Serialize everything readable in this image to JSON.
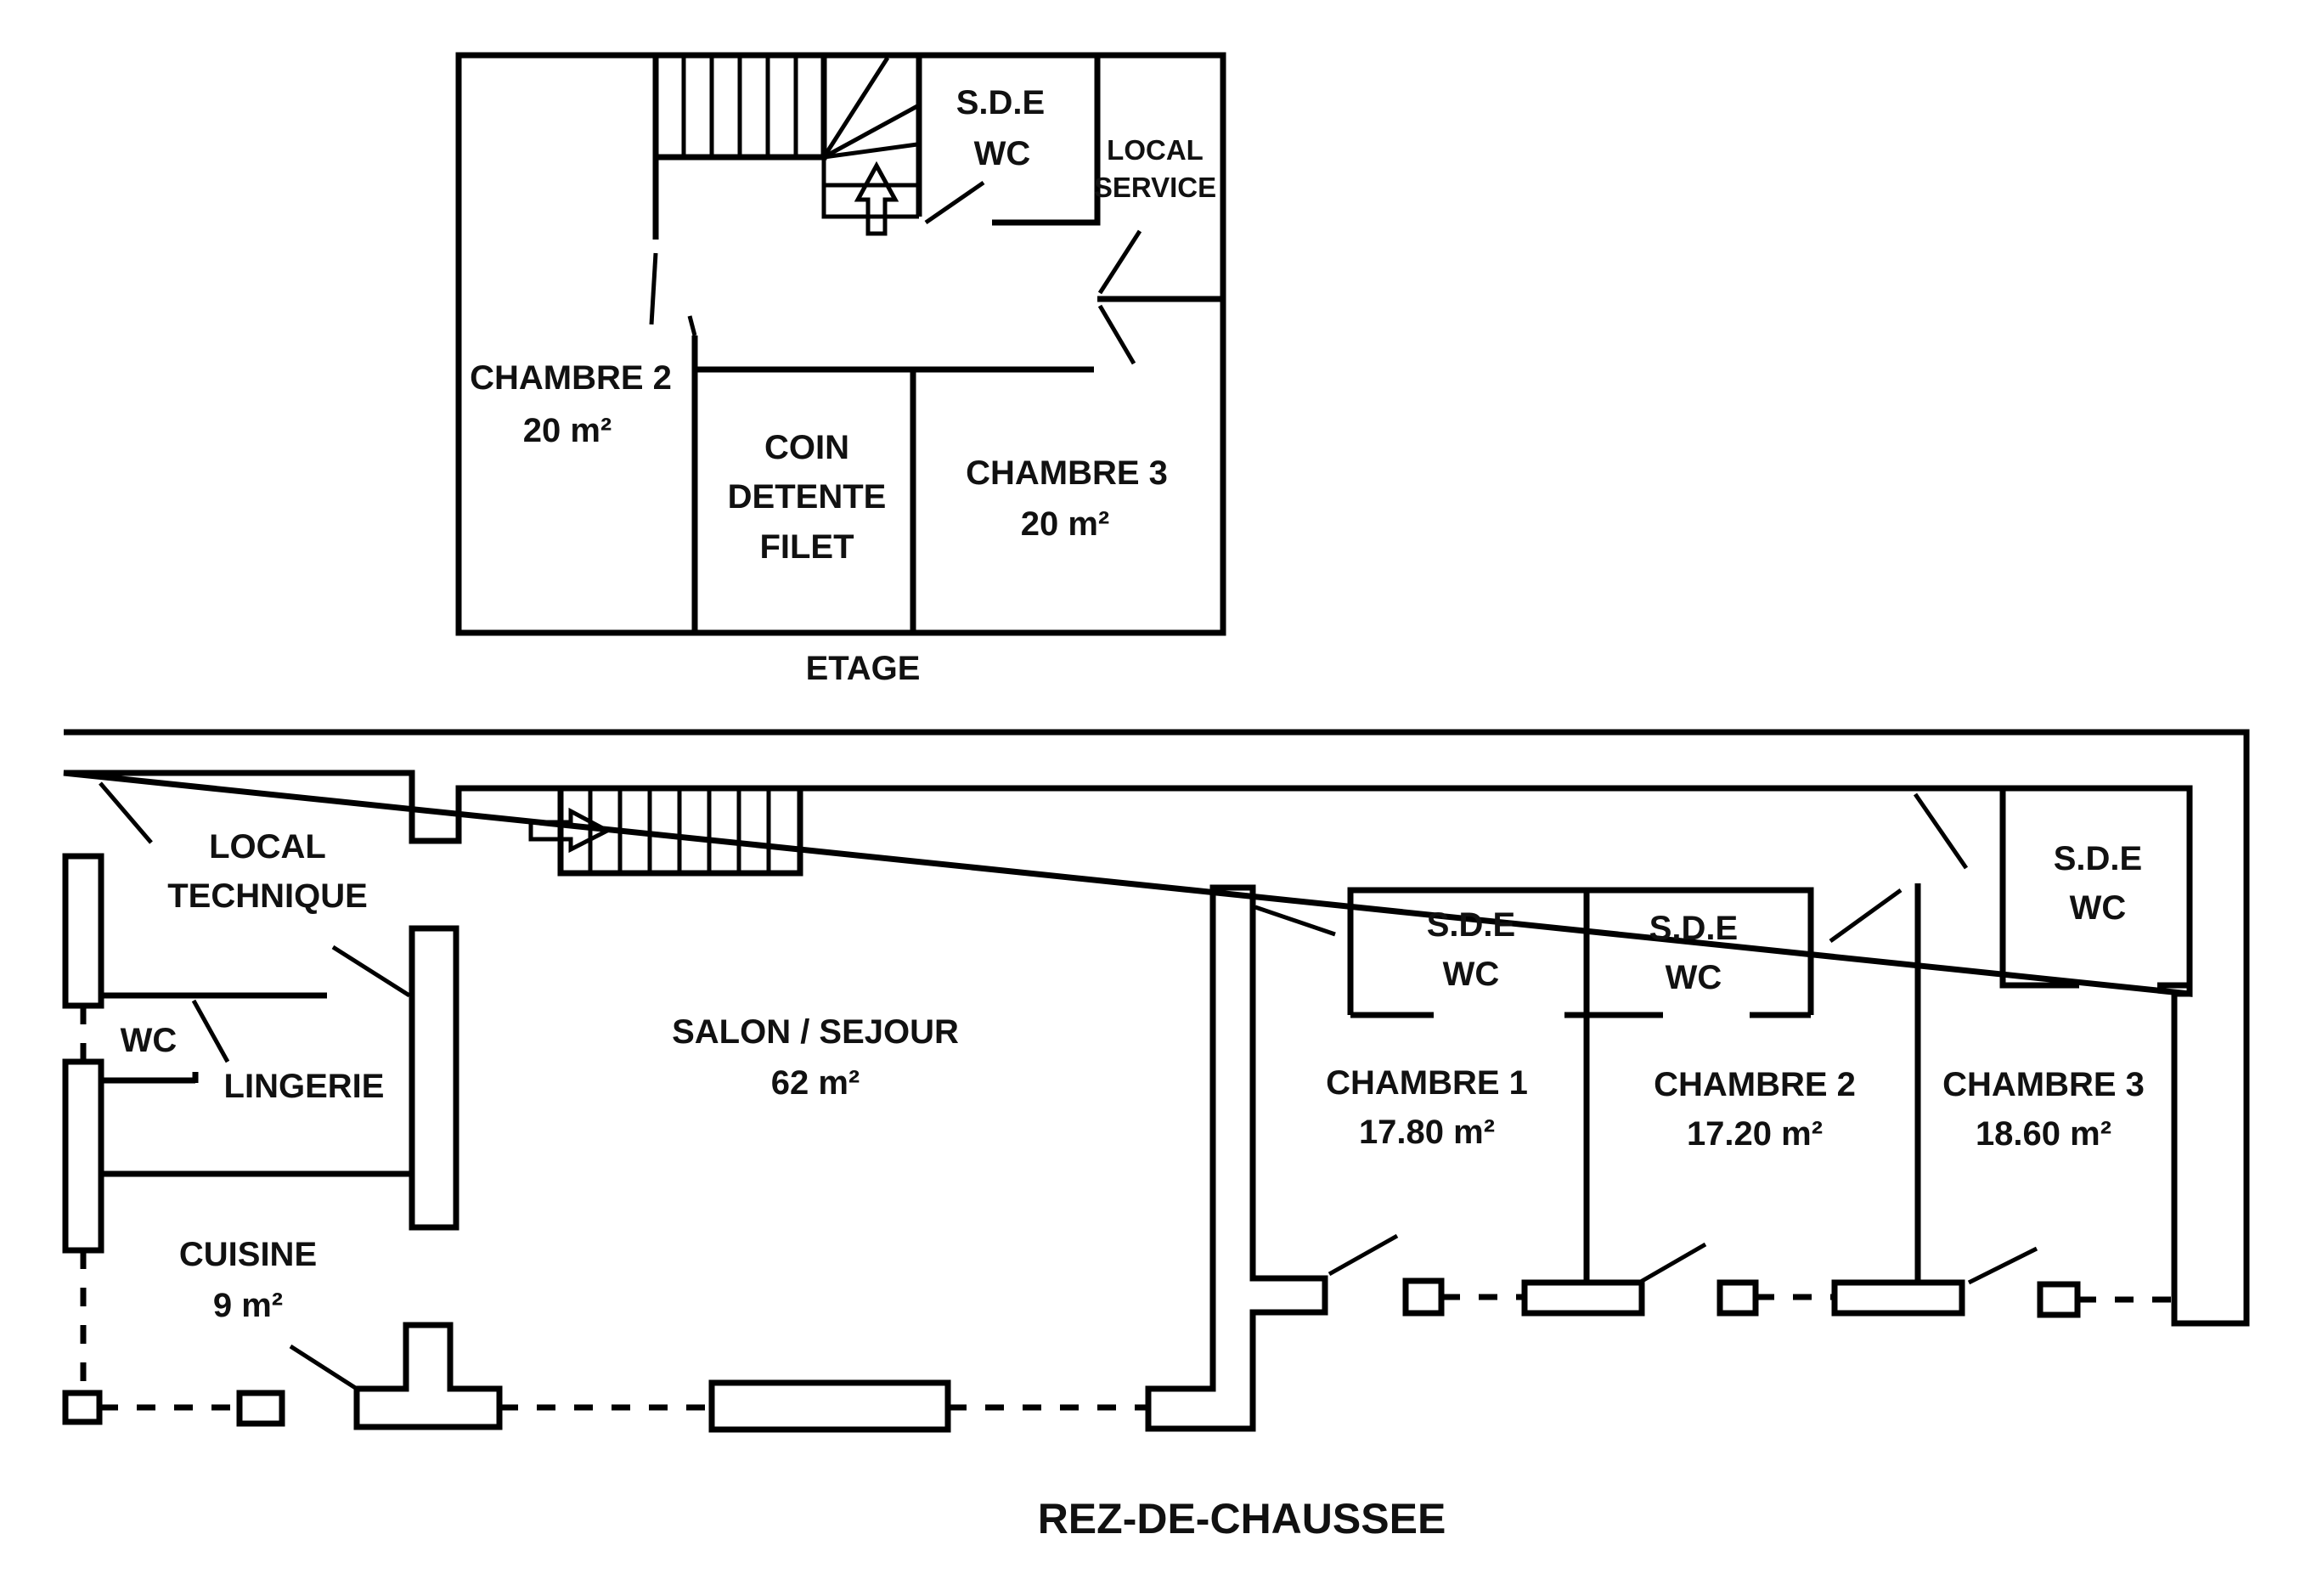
{
  "etage": {
    "title": "ETAGE",
    "sde_wc": [
      "S.D.E",
      "WC"
    ],
    "local_service": [
      "LOCAL",
      "SERVICE"
    ],
    "chambre2": [
      "CHAMBRE 2",
      "20 m²"
    ],
    "coin_detente": [
      "COIN",
      "DETENTE",
      "FILET"
    ],
    "chambre3": [
      "CHAMBRE 3",
      "20 m²"
    ]
  },
  "rdc": {
    "title": "REZ-DE-CHAUSSEE",
    "local_technique": [
      "LOCAL",
      "TECHNIQUE"
    ],
    "wc": "WC",
    "lingerie": "LINGERIE",
    "cuisine": [
      "CUISINE",
      "9 m²"
    ],
    "salon": [
      "SALON / SEJOUR",
      "62 m²"
    ],
    "sde_wc_1": [
      "S.D.E",
      "WC"
    ],
    "sde_wc_2": [
      "S.D.E",
      "WC"
    ],
    "sde_wc_3": [
      "S.D.E",
      "WC"
    ],
    "chambre1": [
      "CHAMBRE 1",
      "17.80 m²"
    ],
    "chambre2": [
      "CHAMBRE 2",
      "17.20 m²"
    ],
    "chambre3": [
      "CHAMBRE 3",
      "18.60 m²"
    ]
  }
}
